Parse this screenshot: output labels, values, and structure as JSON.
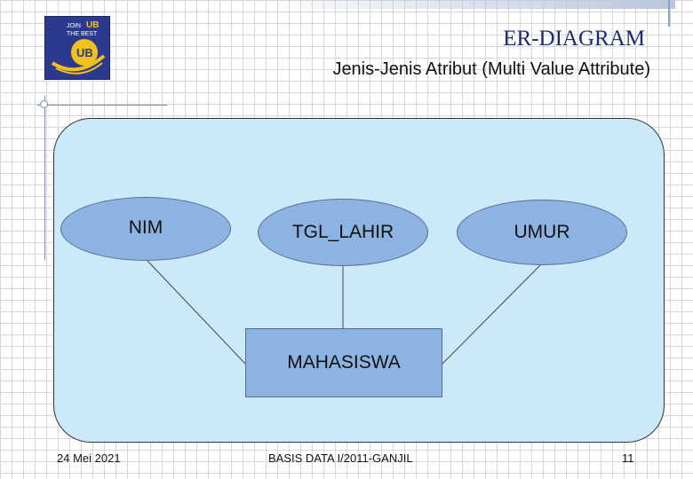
{
  "header": {
    "title": "ER-DIAGRAM",
    "subtitle": "Jenis-Jenis Atribut (Multi Value Attribute)"
  },
  "logo": {
    "line1": "JOIN",
    "line2": "UB",
    "line3": "THE BEST",
    "mark": "UB"
  },
  "diagram": {
    "attributes": [
      "NIM",
      "TGL_LAHIR",
      "UMUR"
    ],
    "entity": "MAHASISWA"
  },
  "footer": {
    "date": "24 Mei 2021",
    "course": "BASIS DATA I/2011-GANJIL",
    "page": "11"
  },
  "colors": {
    "panel_fill": "#cce9fa",
    "shape_fill": "#8db3e2",
    "title_color": "#1c2a6b"
  }
}
